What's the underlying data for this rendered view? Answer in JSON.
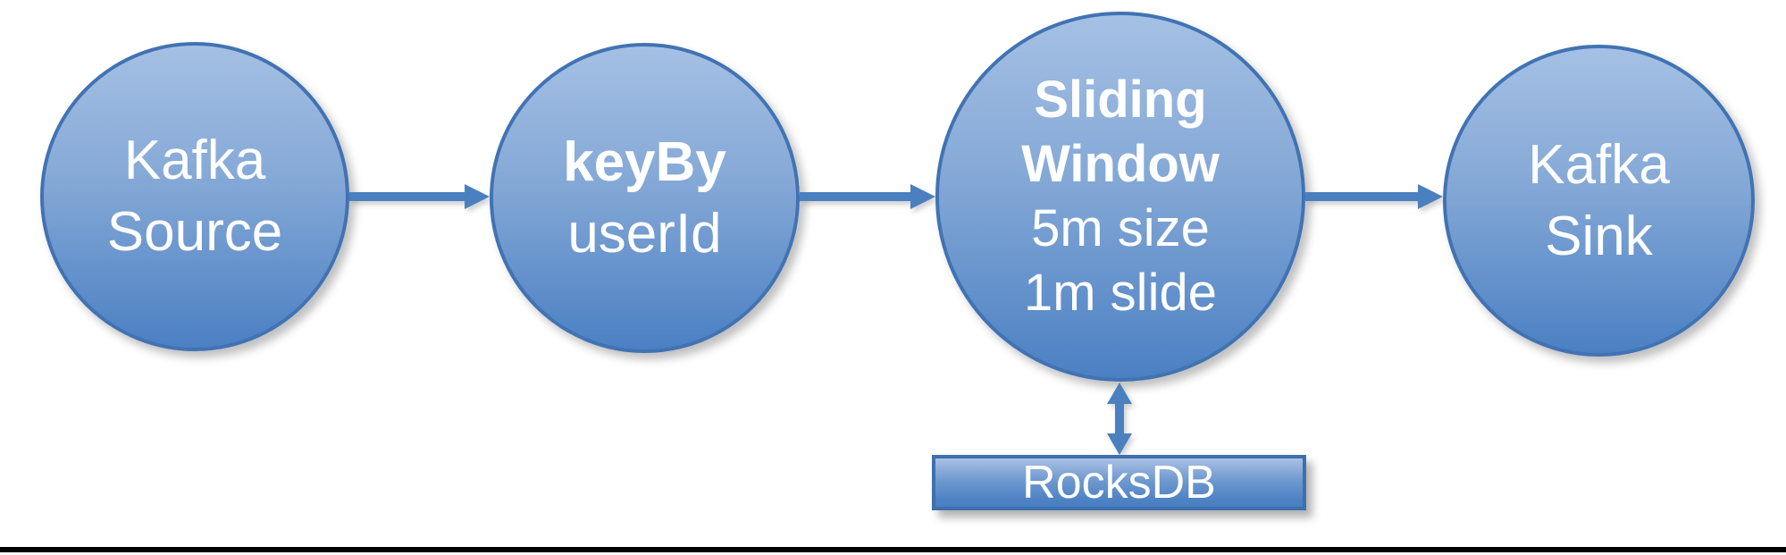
{
  "nodes": {
    "kafka_source": {
      "line1": "Kafka",
      "line2": "Source"
    },
    "key_by": {
      "line1": "keyBy",
      "line2": "userId"
    },
    "sliding_window": {
      "line1": "Sliding",
      "line2": "Window",
      "line3": "5m size",
      "line4": "1m slide"
    },
    "kafka_sink": {
      "line1": "Kafka",
      "line2": "Sink"
    },
    "rocksdb": {
      "label": "RocksDB"
    }
  },
  "colors": {
    "node_fill_top": "#a5c0e4",
    "node_fill_bottom": "#4b80c3",
    "node_border": "#4173b3",
    "arrow": "#4b80c0",
    "text": "#ffffff",
    "bottom_rule": "#000000"
  }
}
